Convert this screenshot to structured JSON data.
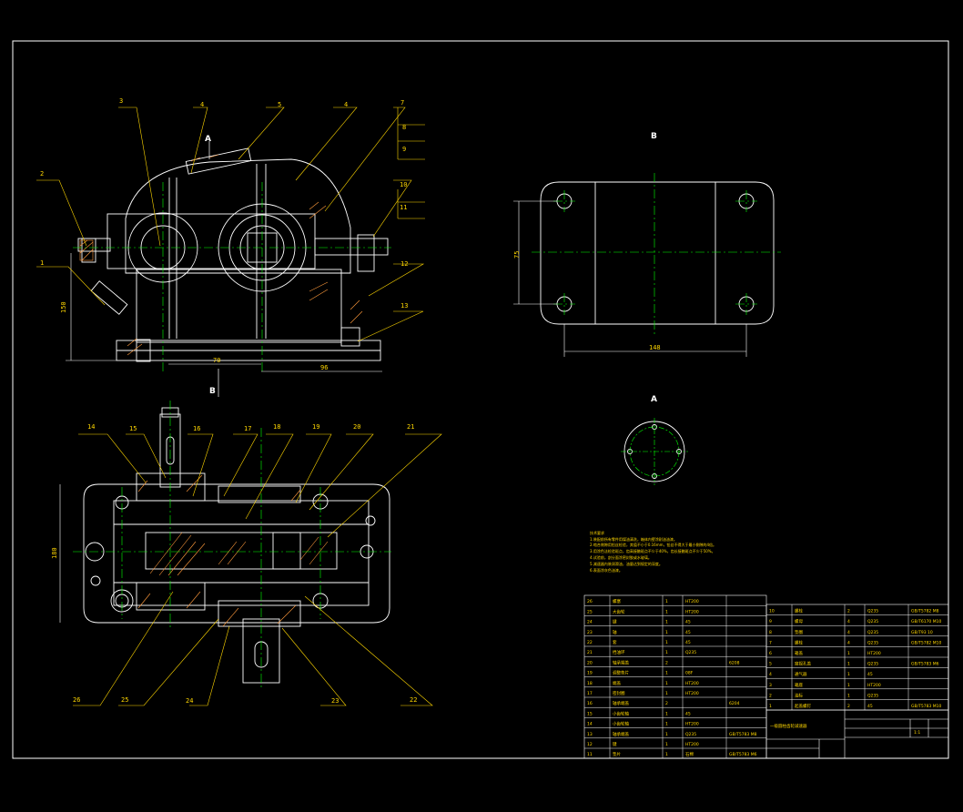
{
  "views": {
    "A": "A",
    "B": "B"
  },
  "dimensions": {
    "front_height": "150",
    "front_half_a": "70",
    "front_half_b": "96",
    "top_height": "180",
    "b_width": "148",
    "b_height": "75"
  },
  "balloons_front": [
    "1",
    "2",
    "3",
    "4",
    "5",
    "4",
    "7",
    "8",
    "9",
    "10",
    "11",
    "12",
    "13"
  ],
  "balloons_top": [
    "14",
    "15",
    "16",
    "17",
    "18",
    "19",
    "20",
    "21",
    "22",
    "23",
    "24",
    "25",
    "26"
  ],
  "tech_notes": {
    "title": "技术要求",
    "lines": [
      "1.装配前所有零件用煤油清洗，箱体内壁涂耐油油漆。",
      "2.啮合侧隙用铅丝检验，其值不小于0.16mm，铅丝不得大于最小侧隙的4倍。",
      "3.用涂色法检验斑点，齿高接触斑点不少于40%，齿长接触斑点不少于50%。",
      "4.试验前，剖分面涂密封胶或水玻璃。",
      "5.减速器内装润滑油，油量达到规定的深度。",
      "6.表面涂灰色油漆。"
    ]
  },
  "bom_left": [
    {
      "no": "26",
      "name": "螺塞",
      "qty": "1",
      "mat": "HT200",
      "note": ""
    },
    {
      "no": "25",
      "name": "大齿轮",
      "qty": "1",
      "mat": "HT200",
      "note": ""
    },
    {
      "no": "24",
      "name": "键",
      "qty": "1",
      "mat": "45",
      "note": ""
    },
    {
      "no": "23",
      "name": "轴",
      "qty": "1",
      "mat": "45",
      "note": ""
    },
    {
      "no": "22",
      "name": "套",
      "qty": "1",
      "mat": "45",
      "note": ""
    },
    {
      "no": "21",
      "name": "挡油环",
      "qty": "1",
      "mat": "Q235",
      "note": ""
    },
    {
      "no": "20",
      "name": "轴承端盖",
      "qty": "2",
      "mat": "",
      "note": "6208"
    },
    {
      "no": "19",
      "name": "调整垫片",
      "qty": "1",
      "mat": "08F",
      "note": ""
    },
    {
      "no": "18",
      "name": "端盖",
      "qty": "1",
      "mat": "HT200",
      "note": ""
    },
    {
      "no": "17",
      "name": "密封圈",
      "qty": "1",
      "mat": "HT200",
      "note": ""
    },
    {
      "no": "16",
      "name": "轴承端盖",
      "qty": "2",
      "mat": "",
      "note": "6204"
    },
    {
      "no": "15",
      "name": "小齿轮轴",
      "qty": "1",
      "mat": "45",
      "note": ""
    },
    {
      "no": "14",
      "name": "小齿轮轴",
      "qty": "1",
      "mat": "HT200",
      "note": ""
    },
    {
      "no": "13",
      "name": "轴承端盖",
      "qty": "1",
      "mat": "Q235",
      "note": "GB/T5783 M8"
    },
    {
      "no": "12",
      "name": "键",
      "qty": "1",
      "mat": "HT200",
      "note": ""
    },
    {
      "no": "11",
      "name": "垫片",
      "qty": "1",
      "mat": "石棉",
      "note": "GB/T5783 M6"
    }
  ],
  "bom_right": [
    {
      "no": "10",
      "name": "螺栓",
      "qty": "2",
      "mat": "Q235",
      "note": "GB/T5782 M8"
    },
    {
      "no": "9",
      "name": "螺母",
      "qty": "4",
      "mat": "Q235",
      "note": "GB/T6170 M10"
    },
    {
      "no": "8",
      "name": "垫圈",
      "qty": "4",
      "mat": "Q235",
      "note": "GB/T93 10"
    },
    {
      "no": "7",
      "name": "螺栓",
      "qty": "4",
      "mat": "Q235",
      "note": "GB/T5782 M10"
    },
    {
      "no": "6",
      "name": "箱盖",
      "qty": "1",
      "mat": "HT200",
      "note": ""
    },
    {
      "no": "5",
      "name": "窥视孔盖",
      "qty": "1",
      "mat": "Q235",
      "note": "GB/T5783 M6"
    },
    {
      "no": "4",
      "name": "通气器",
      "qty": "1",
      "mat": "45",
      "note": ""
    },
    {
      "no": "3",
      "name": "箱座",
      "qty": "1",
      "mat": "HT200",
      "note": ""
    },
    {
      "no": "2",
      "name": "油标",
      "qty": "1",
      "mat": "Q235",
      "note": ""
    },
    {
      "no": "1",
      "name": "起盖螺钉",
      "qty": "2",
      "mat": "45",
      "note": "GB/T5783 M10"
    }
  ],
  "title_block": {
    "name": "一级圆柱齿轮减速器",
    "scale": "1:1"
  },
  "colors": {
    "background": "#000000",
    "line": "#ffffff",
    "center": "#00ff00",
    "leader": "#ffd700",
    "hatch": "#ff9a3c",
    "frame": "#ffffff"
  }
}
